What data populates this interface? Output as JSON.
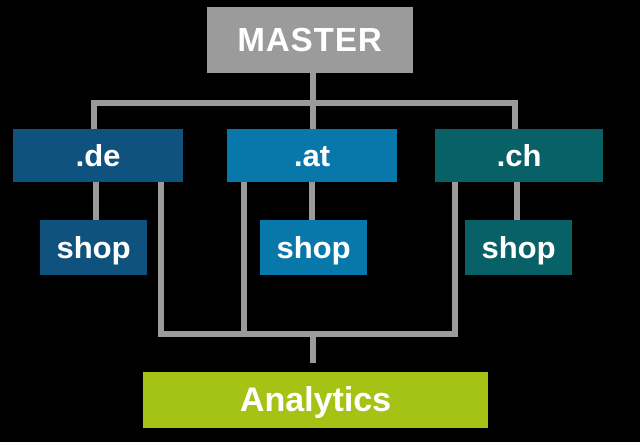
{
  "canvas": {
    "background": "#000000",
    "text_color": "#ffffff",
    "connector_color": "#9b9b9b"
  },
  "diagram": {
    "nodes": {
      "master": {
        "label": "MASTER",
        "color": "#9b9b9b"
      },
      "de": {
        "label": ".de",
        "color": "#0e527d"
      },
      "at": {
        "label": ".at",
        "color": "#0878aa"
      },
      "ch": {
        "label": ".ch",
        "color": "#086166"
      },
      "shop_de": {
        "label": "shop",
        "color": "#0e527d"
      },
      "shop_at": {
        "label": "shop",
        "color": "#0878aa"
      },
      "shop_ch": {
        "label": "shop",
        "color": "#086166"
      },
      "analytics": {
        "label": "Analytics",
        "color": "#a5c314"
      }
    }
  }
}
